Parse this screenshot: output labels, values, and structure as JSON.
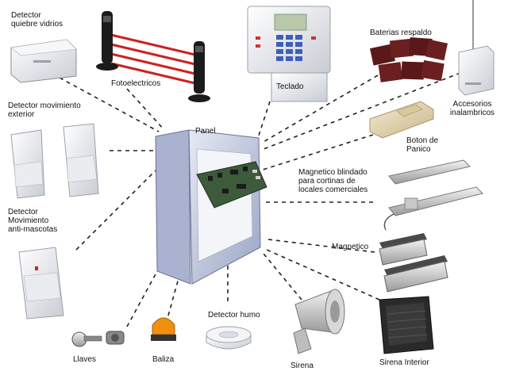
{
  "diagram": {
    "center": {
      "label": "Panel"
    },
    "components": {
      "detector_glass_break": {
        "label": "Detector\nquiebre vidrios"
      },
      "photoelectric": {
        "label": "Fotoelectricos"
      },
      "keypad": {
        "label": "Teclado"
      },
      "backup_batteries": {
        "label": "Baterias respaldo"
      },
      "wireless_accessories": {
        "label": "Accesorios\ninalambricos"
      },
      "panic_button": {
        "label": "Boton de\nPanico"
      },
      "armored_magnetic": {
        "label": "Magnetico blindado\npara cortinas de\nlocales comerciales"
      },
      "outdoor_motion": {
        "label": "Detector movimiento\nexterior"
      },
      "pet_immune_motion": {
        "label": "Detector\nMovimiento\nanti-mascotas"
      },
      "magnetic": {
        "label": "Magnetico"
      },
      "smoke_detector": {
        "label": "Detector humo"
      },
      "keys": {
        "label": "Llaves"
      },
      "beacon": {
        "label": "Baliza"
      },
      "siren": {
        "label": "Sirena"
      },
      "indoor_siren": {
        "label": "Sirena Interior"
      }
    },
    "colors": {
      "connector": "#222222",
      "panel_body": "#c9d0e2",
      "beam": "#cc2222",
      "beacon": "#f09010",
      "board": "#3d5a3a"
    }
  }
}
